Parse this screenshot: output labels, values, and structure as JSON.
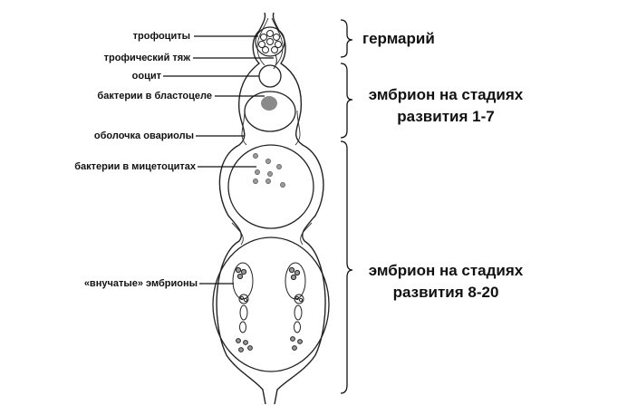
{
  "labels": {
    "trophocytes": "трофоциты",
    "trophic_cord": "трофический тяж",
    "oocyte": "ооцит",
    "blastocoel_bacteria": "бактерии в бластоцеле",
    "ovariole_sheath": "оболочка овариолы",
    "mycetocyte_bacteria": "бактерии в мицетоцитах",
    "grandchild_embryos": "«внучатые» эмбрионы"
  },
  "regions": {
    "germarium": "гермарий",
    "early": {
      "line1": "эмбрион на стадиях",
      "line2": "развития 1-7"
    },
    "late": {
      "line1": "эмбрион на стадиях",
      "line2": "развития 8-20"
    }
  }
}
